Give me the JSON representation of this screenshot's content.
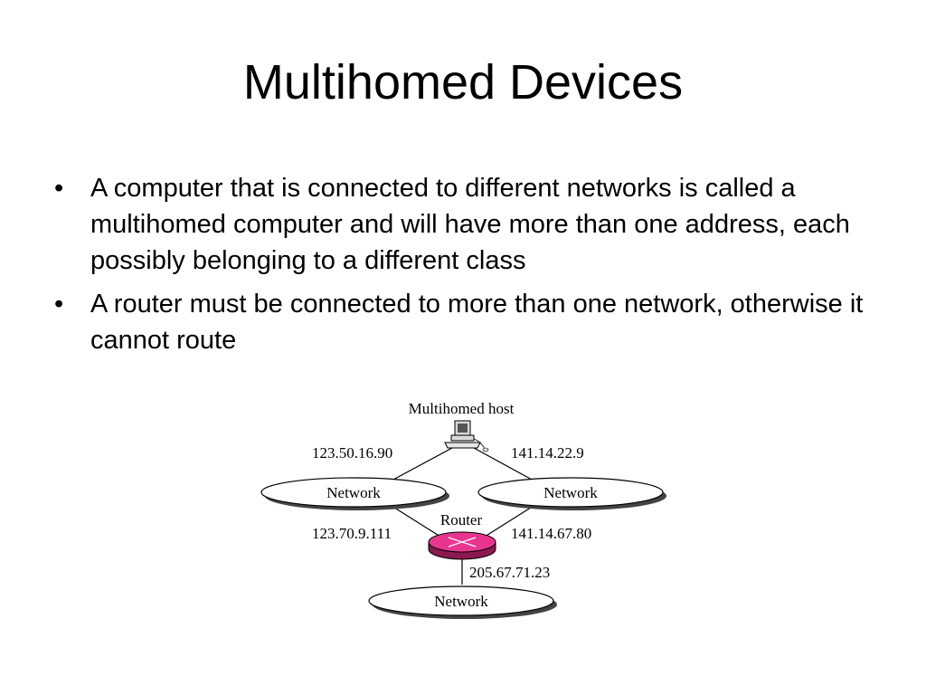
{
  "slide": {
    "title": "Multihomed Devices",
    "bullet_marker": "•",
    "bullets": [
      "A computer that is connected to different networks is called a multihomed computer and will have more than one address, each possibly belonging to a different class",
      "A router must be connected to more than one network, otherwise it cannot route"
    ]
  },
  "diagram": {
    "host_label": "Multihomed host",
    "router_label": "Router",
    "network_left_label": "Network",
    "network_right_label": "Network",
    "network_bottom_label": "Network",
    "ip_host_left": "123.50.16.90",
    "ip_host_right": "141.14.22.9",
    "ip_router_left": "123.70.9.111",
    "ip_router_right": "141.14.67.80",
    "ip_router_bottom": "205.67.71.23",
    "router_color": "#e8368f"
  }
}
